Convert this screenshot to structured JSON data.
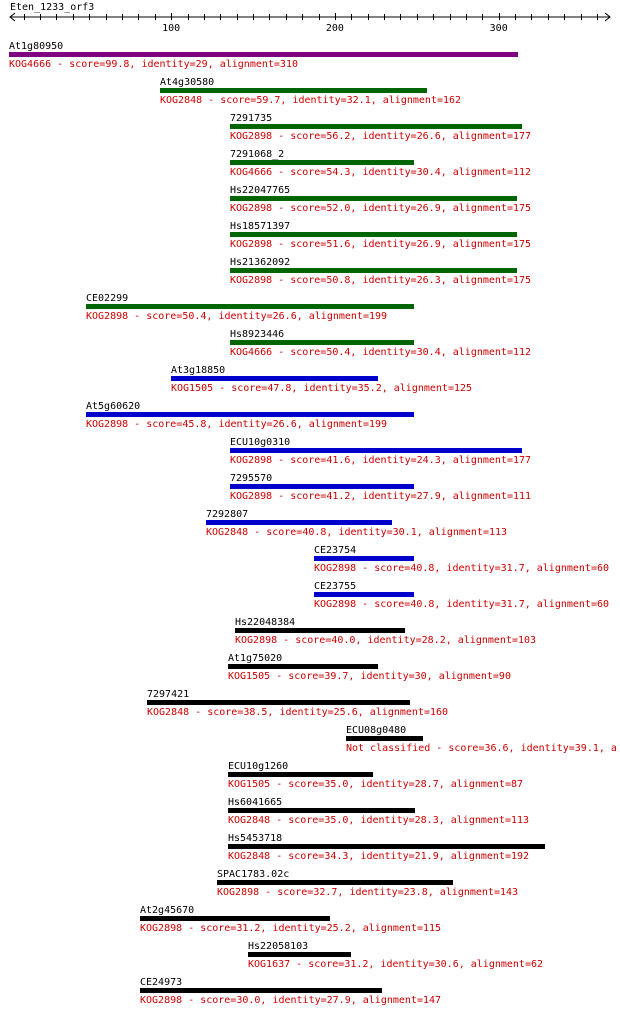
{
  "query": {
    "name": "Eten_1233_orf3"
  },
  "axis": {
    "ticks": [
      {
        "value": 100,
        "label": "100"
      },
      {
        "value": 200,
        "label": "200"
      },
      {
        "value": 300,
        "label": "300"
      }
    ]
  },
  "colors": {
    "purple": "#800080",
    "green": "#006400",
    "blue": "#0000cd",
    "black": "#000000",
    "desc": "#cc0000",
    "axis": "#000000"
  },
  "hits": [
    {
      "name": "At1g80950",
      "desc": "KOG4666 - score=99.8, identity=29, alignment=310",
      "start": 1,
      "end": 312,
      "color": "purple"
    },
    {
      "name": "At4g30580",
      "desc": "KOG2848 - score=59.7, identity=32.1, alignment=162",
      "start": 93,
      "end": 256,
      "color": "green"
    },
    {
      "name": "7291735",
      "desc": "KOG2898 - score=56.2, identity=26.6, alignment=177",
      "start": 136,
      "end": 314,
      "color": "green"
    },
    {
      "name": "7291068_2",
      "desc": "KOG4666 - score=54.3, identity=30.4, alignment=112",
      "start": 136,
      "end": 248,
      "color": "green"
    },
    {
      "name": "Hs22047765",
      "desc": "KOG2898 - score=52.0, identity=26.9, alignment=175",
      "start": 136,
      "end": 311,
      "color": "green"
    },
    {
      "name": "Hs18571397",
      "desc": "KOG2898 - score=51.6, identity=26.9, alignment=175",
      "start": 136,
      "end": 311,
      "color": "green"
    },
    {
      "name": "Hs21362092",
      "desc": "KOG2898 - score=50.8, identity=26.3, alignment=175",
      "start": 136,
      "end": 311,
      "color": "green"
    },
    {
      "name": "CE02299",
      "desc": "KOG2898 - score=50.4, identity=26.6, alignment=199",
      "start": 48,
      "end": 248,
      "color": "green"
    },
    {
      "name": "Hs8923446",
      "desc": "KOG4666 - score=50.4, identity=30.4, alignment=112",
      "start": 136,
      "end": 248,
      "color": "green"
    },
    {
      "name": "At3g18850",
      "desc": "KOG1505 - score=47.8, identity=35.2, alignment=125",
      "start": 100,
      "end": 226,
      "color": "blue"
    },
    {
      "name": "At5g60620",
      "desc": "KOG2898 - score=45.8, identity=26.6, alignment=199",
      "start": 48,
      "end": 248,
      "color": "blue"
    },
    {
      "name": "ECU10g0310",
      "desc": "KOG2898 - score=41.6, identity=24.3, alignment=177",
      "start": 136,
      "end": 314,
      "color": "blue"
    },
    {
      "name": "7295570",
      "desc": "KOG2898 - score=41.2, identity=27.9, alignment=111",
      "start": 136,
      "end": 248,
      "color": "blue"
    },
    {
      "name": "7292807",
      "desc": "KOG2848 - score=40.8, identity=30.1, alignment=113",
      "start": 121,
      "end": 235,
      "color": "blue"
    },
    {
      "name": "CE23754",
      "desc": "KOG2898 - score=40.8, identity=31.7, alignment=60",
      "start": 187,
      "end": 248,
      "color": "blue"
    },
    {
      "name": "CE23755",
      "desc": "KOG2898 - score=40.8, identity=31.7, alignment=60",
      "start": 187,
      "end": 248,
      "color": "blue"
    },
    {
      "name": "Hs22048384",
      "desc": "KOG2898 - score=40.0, identity=28.2, alignment=103",
      "start": 139,
      "end": 243,
      "color": "black"
    },
    {
      "name": "At1g75020",
      "desc": "KOG1505 - score=39.7, identity=30, alignment=90",
      "start": 135,
      "end": 226,
      "color": "black"
    },
    {
      "name": "7297421",
      "desc": "KOG2848 - score=38.5, identity=25.6, alignment=160",
      "start": 85,
      "end": 246,
      "color": "black"
    },
    {
      "name": "ECU08g0480",
      "desc": "Not classified - score=36.6, identity=39.1, a",
      "start": 207,
      "end": 254,
      "color": "black"
    },
    {
      "name": "ECU10g1260",
      "desc": "KOG1505 - score=35.0, identity=28.7, alignment=87",
      "start": 135,
      "end": 223,
      "color": "black"
    },
    {
      "name": "Hs6041665",
      "desc": "KOG2848 - score=35.0, identity=28.3, alignment=113",
      "start": 135,
      "end": 249,
      "color": "black"
    },
    {
      "name": "Hs5453718",
      "desc": "KOG2848 - score=34.3, identity=21.9, alignment=192",
      "start": 135,
      "end": 328,
      "color": "black"
    },
    {
      "name": "SPAC1783.02c",
      "desc": "KOG2898 - score=32.7, identity=23.8, alignment=143",
      "start": 128,
      "end": 272,
      "color": "black"
    },
    {
      "name": "At2g45670",
      "desc": "KOG2898 - score=31.2, identity=25.2, alignment=115",
      "start": 81,
      "end": 197,
      "color": "black"
    },
    {
      "name": "Hs22058103",
      "desc": "KOG1637 - score=31.2, identity=30.6, alignment=62",
      "start": 147,
      "end": 210,
      "color": "black"
    },
    {
      "name": "CE24973",
      "desc": "KOG2898 - score=30.0, identity=27.9, alignment=147",
      "start": 81,
      "end": 229,
      "color": "black"
    }
  ]
}
